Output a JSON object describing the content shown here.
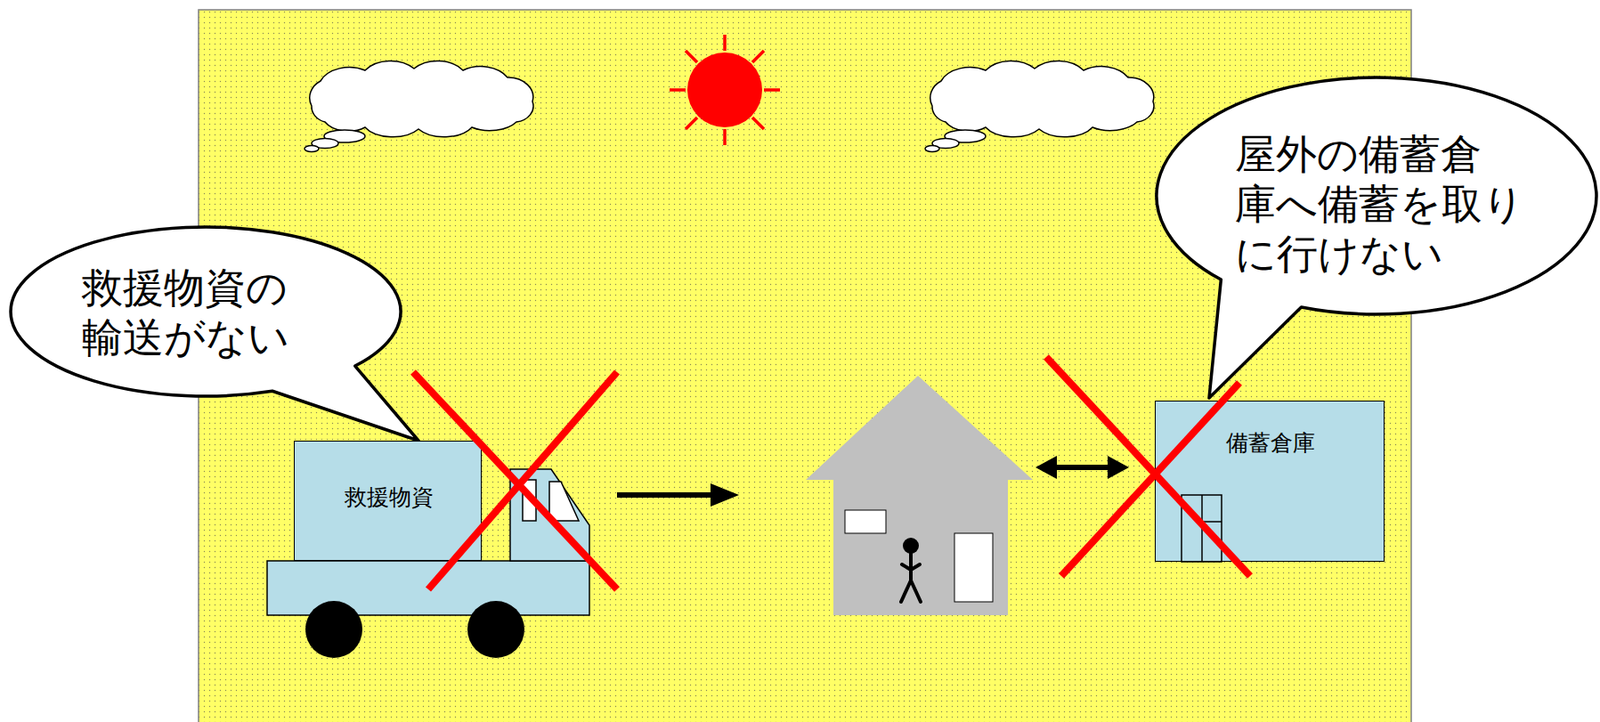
{
  "diagram": {
    "nodes": [
      {
        "text": [
          "救援物資の 輸送がない"
        ]
      },
      {
        "text": [
          "救援物資"
        ]
      },
      {
        "text": [
          "屋外の備蓄倉 庫へ備蓄を取り に行けない"
        ]
      },
      {
        "text": [
          "備蓄倉庫"
        ]
      }
    ]
  }
}
